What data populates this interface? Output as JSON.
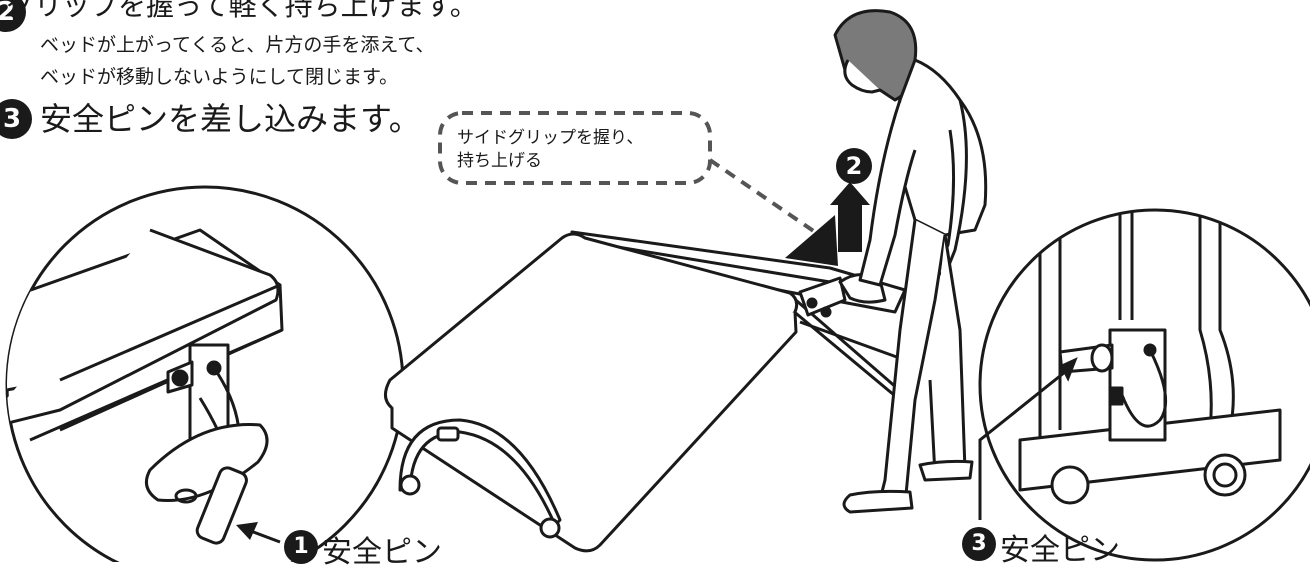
{
  "instructions": {
    "step2": {
      "badge": "2",
      "title": "グリップを握って軽く持ち上げます。",
      "detail_line1": "ベッドが上がってくると、片方の手を添えて、",
      "detail_line2": "ベッドが移動しないようにして閉じます。"
    },
    "step3": {
      "badge": "3",
      "title": "安全ピンを差し込みます。"
    }
  },
  "callout": {
    "line1": "サイドグリップを握り、",
    "line2": "持ち上げる"
  },
  "arrow_badge": "2",
  "pin_left": {
    "badge": "1",
    "label": "安全ピン"
  },
  "pin_right": {
    "badge": "3",
    "label": "安全ピン"
  },
  "colors": {
    "ink": "#1a1a1a",
    "hair": "#7a7a7a",
    "dash": "#555555",
    "background": "#ffffff"
  }
}
